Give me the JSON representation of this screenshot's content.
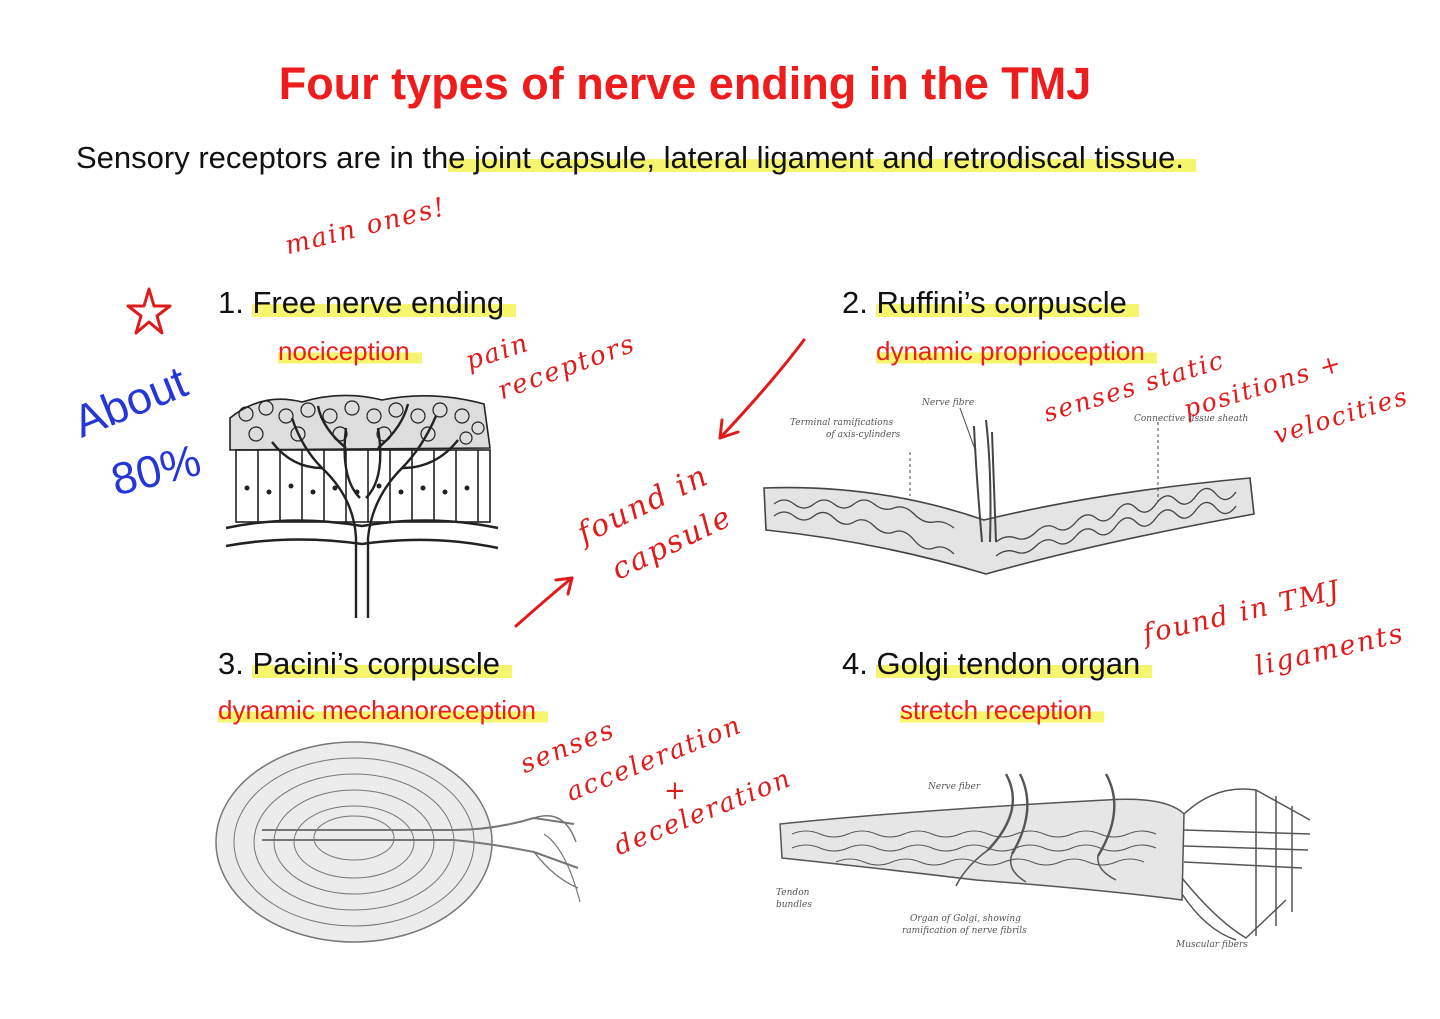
{
  "title": "Four types of nerve ending in the TMJ",
  "subtitle": {
    "prefix": "Sensory receptors are in th",
    "highlight": "e joint capsule, lateral ligament and retrodiscal tissue."
  },
  "receptors": [
    {
      "heading_num": "1.",
      "heading": "Free nerve ending",
      "function": "nociception"
    },
    {
      "heading_num": "2.",
      "heading": "Ruffini’s corpuscle",
      "function": "dynamic proprioception"
    },
    {
      "heading_num": "3.",
      "heading": "Pacini’s corpuscle",
      "function": "dynamic mechanoreception"
    },
    {
      "heading_num": "4.",
      "heading": "Golgi tendon organ",
      "function": "stretch reception"
    }
  ],
  "handwritten": {
    "main_ones": "main ones!",
    "about": "About",
    "percent": "80%",
    "pain_1": "pain",
    "pain_2": "receptors",
    "capsule_1": "found in",
    "capsule_2": "capsule",
    "static_1": "senses static",
    "static_2": "positions +",
    "static_3": "velocities",
    "lig_1": "found in TMJ",
    "lig_2": "ligaments",
    "accel_1": "senses",
    "accel_2": "acceleration",
    "accel_3": "+",
    "accel_4": "deceleration"
  },
  "figure_labels": {
    "ruffini_terminal": "Terminal ramifications",
    "ruffini_terminal_2": "of axis-cylinders",
    "ruffini_nerve": "Nerve fibre",
    "ruffini_sheath": "Connective tissue sheath",
    "golgi_nerve": "Nerve fiber",
    "golgi_tendon_1": "Tendon",
    "golgi_tendon_2": "bundles",
    "golgi_organ_1": "Organ of Golgi, showing",
    "golgi_organ_2": "ramification of nerve fibrils",
    "golgi_muscle": "Muscular fibers"
  },
  "colors": {
    "title_red": "#ee1c1c",
    "highlight_yellow": "#f6f56e",
    "ink_blue": "#2436d6"
  }
}
